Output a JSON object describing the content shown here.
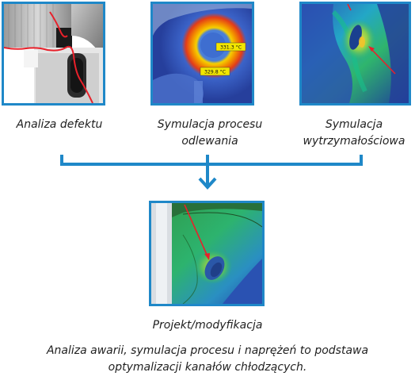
{
  "panels": {
    "defect": {
      "caption": "Analiza defektu"
    },
    "casting": {
      "caption_line1": "Symulacja procesu",
      "caption_line2": "odlewania",
      "temp_label_1": "331.3 °C",
      "temp_label_2": "329.8 °C"
    },
    "strength": {
      "caption_line1": "Symulacja",
      "caption_line2": "wytrzymałościowa"
    },
    "design": {
      "caption": "Projekt/modyfikacja"
    }
  },
  "footer": {
    "line1": "Analiza awarii, symulacja procesu i naprężeń to podstawa",
    "line2": "optymalizacji kanałów chłodzących."
  },
  "colors": {
    "frame": "#1f88c8",
    "annotation_red": "#e8202a",
    "label_yellow": "#f2e600"
  }
}
